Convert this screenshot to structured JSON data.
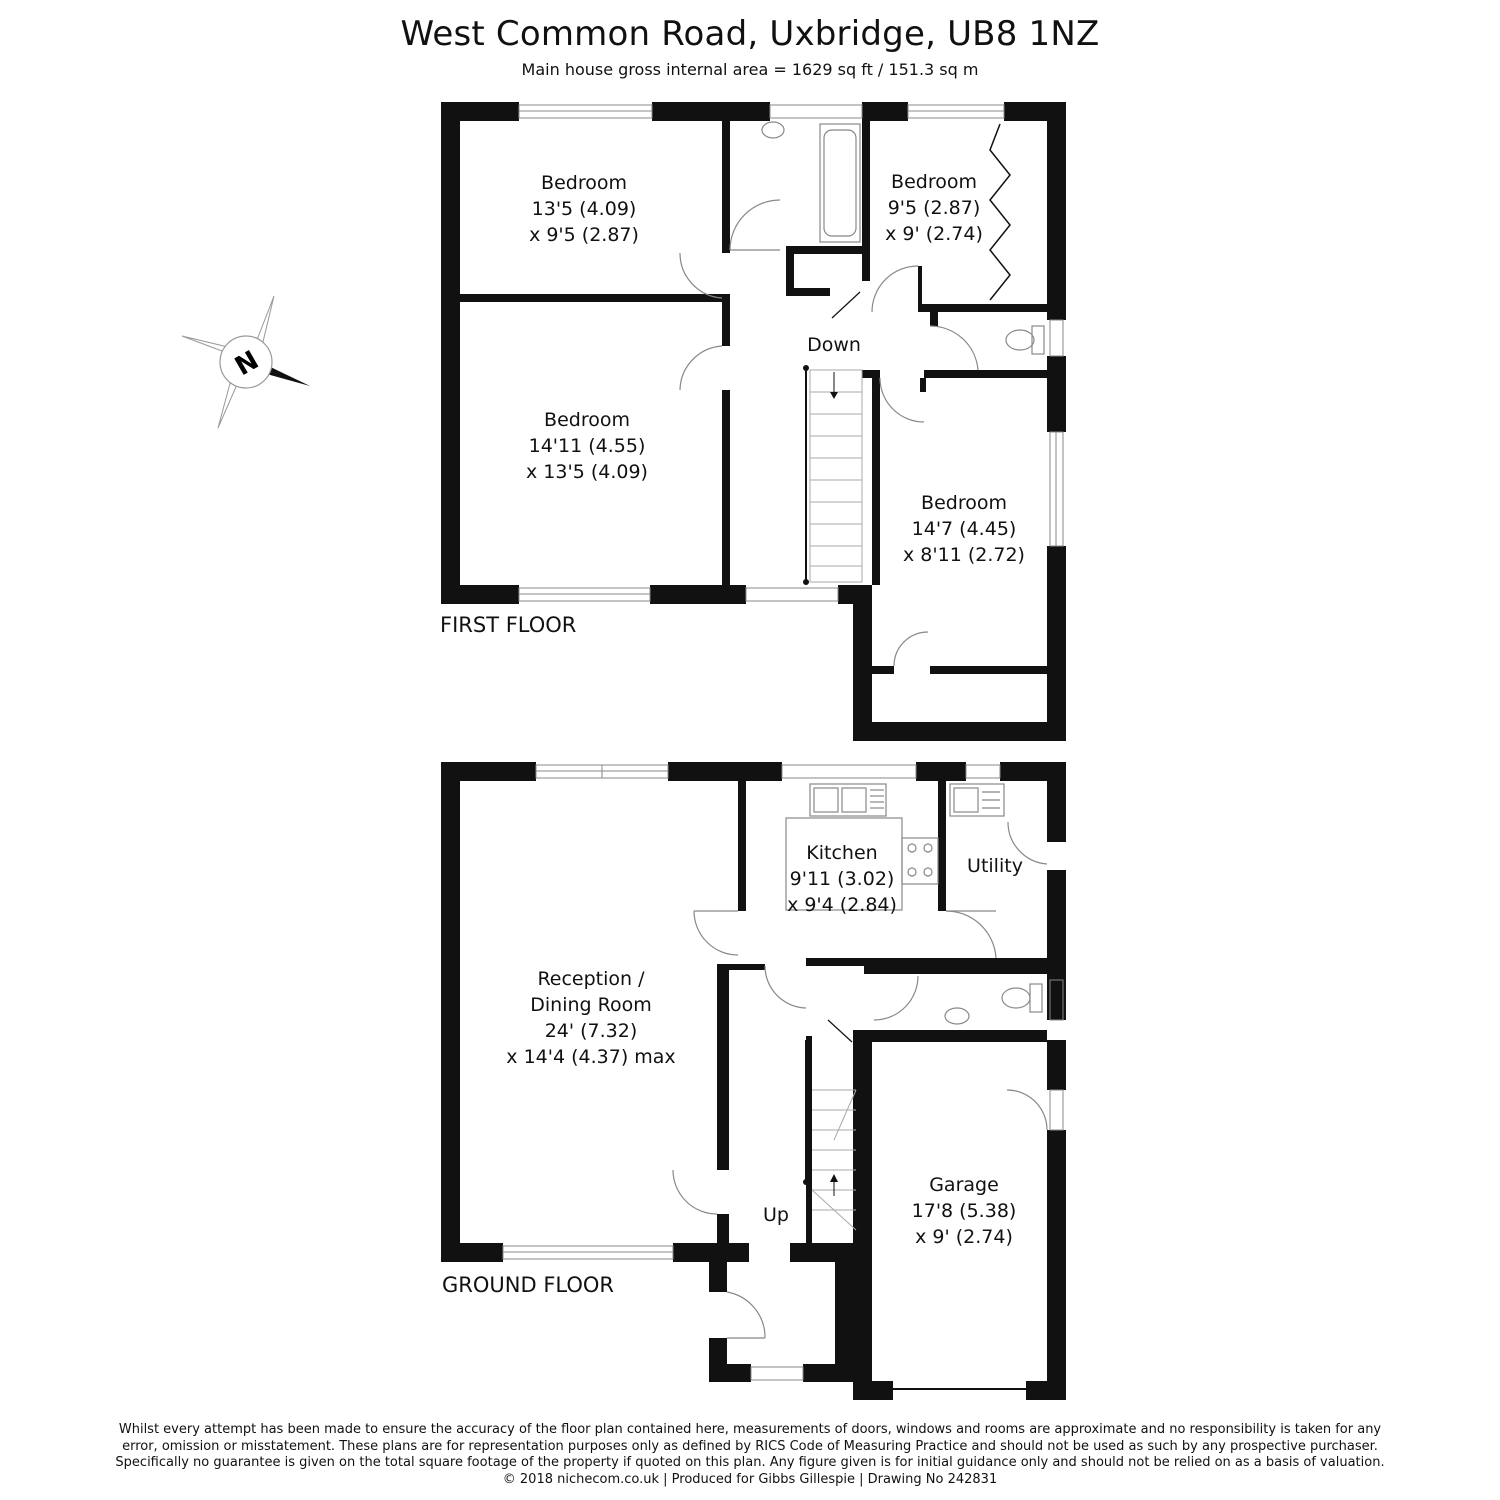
{
  "header": {
    "title": "West Common Road, Uxbridge, UB8 1NZ",
    "subtitle": "Main house gross internal area =  1629 sq ft / 151.3 sq m"
  },
  "compass": {
    "letter": "N",
    "icon": "compass-rose-icon"
  },
  "first_floor": {
    "label": "FIRST FLOOR",
    "rooms": [
      {
        "name": "Bedroom",
        "dim1": "13'5 (4.09)",
        "dim2": "x 9'5 (2.87)"
      },
      {
        "name": "Bedroom",
        "dim1": "9'5 (2.87)",
        "dim2": "x 9' (2.74)"
      },
      {
        "name": "Bedroom",
        "dim1": "14'11 (4.55)",
        "dim2": "x 13'5 (4.09)"
      },
      {
        "name": "Bedroom",
        "dim1": "14'7 (4.45)",
        "dim2": "x 8'11 (2.72)"
      }
    ],
    "stairs_label": "Down"
  },
  "ground_floor": {
    "label": "GROUND FLOOR",
    "rooms": [
      {
        "name": "Reception /",
        "name2": "Dining Room",
        "dim1": "24' (7.32)",
        "dim2": "x 14'4 (4.37) max"
      },
      {
        "name": "Kitchen",
        "dim1": "9'11 (3.02)",
        "dim2": "x 9'4 (2.84)"
      },
      {
        "name": "Utility"
      },
      {
        "name": "Garage",
        "dim1": "17'8 (5.38)",
        "dim2": "x 9' (2.74)"
      }
    ],
    "stairs_label": "Up"
  },
  "disclaimer": {
    "line1": "Whilst every attempt has been made to ensure the accuracy of the floor plan contained here, measurements of doors, windows and rooms are approximate and no responsibility is taken for any",
    "line2": "error, omission or misstatement. These plans are for representation purposes only as defined by RICS Code of Measuring Practice and should not be used as such by any prospective purchaser.",
    "line3": "Specifically no guarantee is given on the total square footage of the property if quoted on this plan. Any figure given is for initial guidance only and should not be relied on as a basis of valuation.",
    "line4": "© 2018 nichecom.co.uk  |  Produced for Gibbs Gillespie  |  Drawing No 242831"
  },
  "colors": {
    "wall": "#111111",
    "fixture": "#888888",
    "background": "#ffffff"
  }
}
